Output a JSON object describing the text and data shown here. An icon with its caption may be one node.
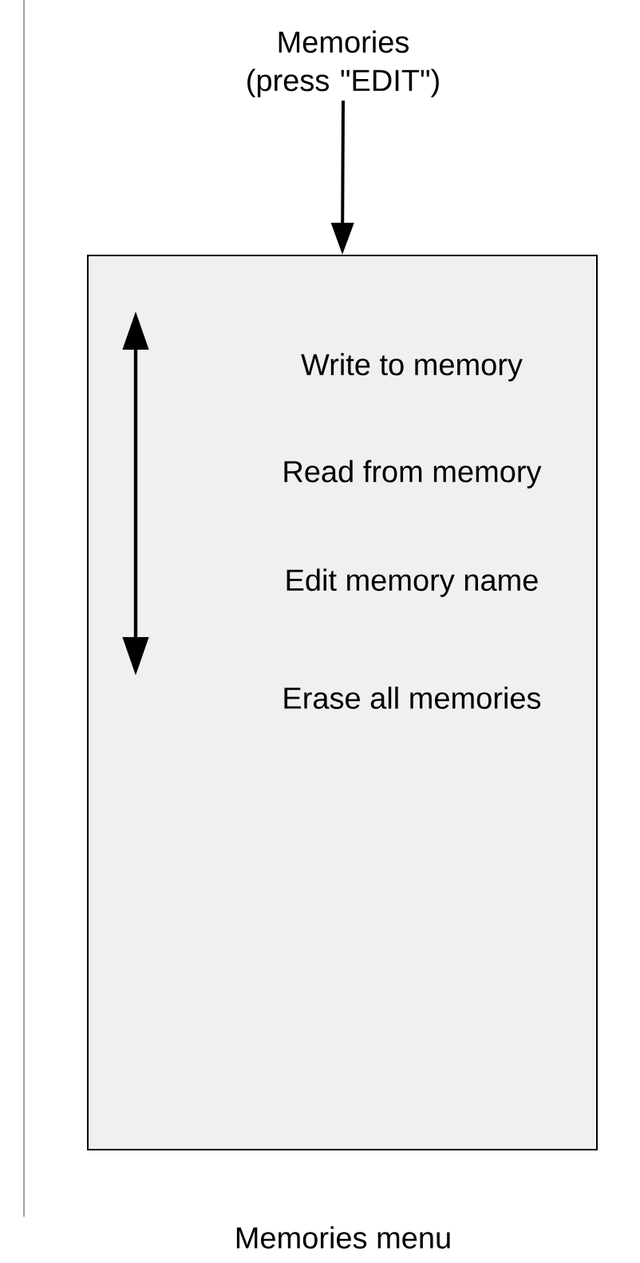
{
  "diagram": {
    "caption": "Memories menu",
    "nodes": [
      {
        "text": [
          "Memories (press \"EDIT\")"
        ]
      },
      {
        "text": [
          "Write to memory",
          "Read from memory",
          "Edit memory name",
          "Erase all memories"
        ]
      }
    ],
    "edges": [
      {
        "from": 0,
        "to": 1,
        "arrow": "to"
      }
    ]
  }
}
